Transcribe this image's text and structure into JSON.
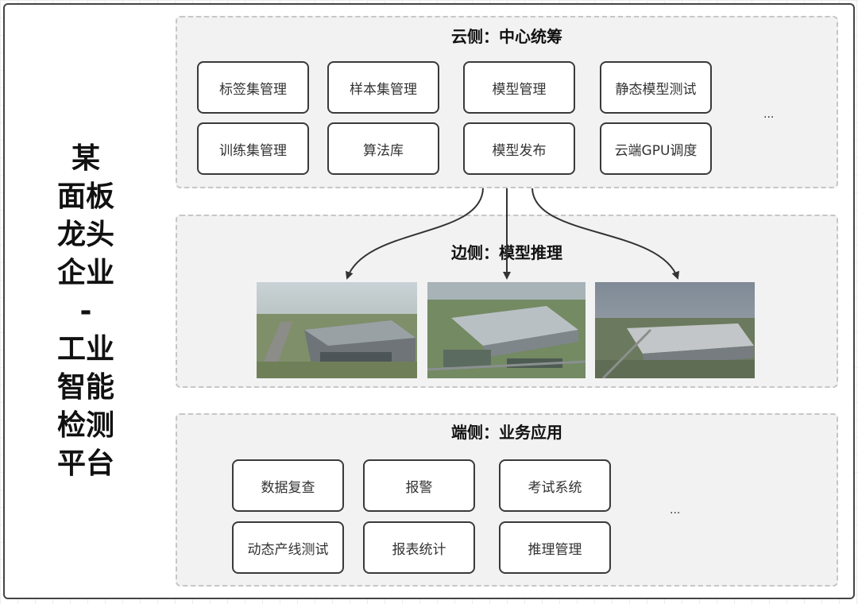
{
  "side_title": [
    "某",
    "面板",
    "龙头",
    "企业",
    "-",
    "工业",
    "智能",
    "检测",
    "平台"
  ],
  "cloud": {
    "title": "云侧：中心统筹",
    "items": [
      "标签集管理",
      "样本集管理",
      "模型管理",
      "静态模型测试",
      "训练集管理",
      "算法库",
      "模型发布",
      "云端GPU调度"
    ],
    "more": "..."
  },
  "edge": {
    "title": "边侧：模型推理",
    "photos": [
      "factory-aerial-photo-1",
      "factory-aerial-photo-2",
      "factory-aerial-photo-3"
    ]
  },
  "end": {
    "title": "端侧：业务应用",
    "items": [
      "数据复查",
      "报警",
      "考试系统",
      "动态产线测试",
      "报表统计",
      "推理管理"
    ],
    "more": "..."
  },
  "colors": {
    "arrow": "#333333",
    "tier_bg": "#f2f2f2",
    "tier_border": "#c6c6c6"
  }
}
